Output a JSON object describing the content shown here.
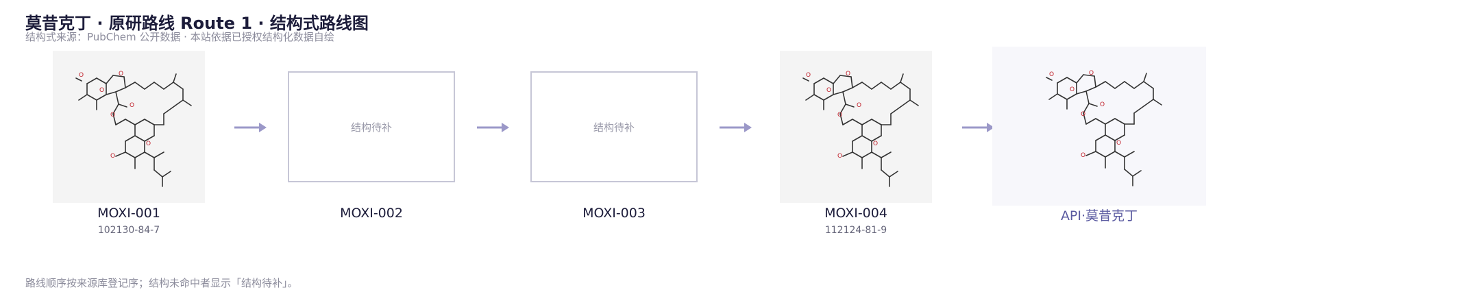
{
  "header": {
    "title": "莫昔克丁 · 原研路线 Route 1 · 结构式路线图",
    "subtitle": "结构式来源：PubChem 公开数据 · 本站依据已授权结构化数据自绘"
  },
  "route": {
    "nodes": [
      {
        "label": "MOXI-001",
        "cas": "102130-84-7",
        "has_structure": true,
        "placeholder": ""
      },
      {
        "label": "MOXI-002",
        "cas": "",
        "has_structure": false,
        "placeholder": "结构待补"
      },
      {
        "label": "MOXI-003",
        "cas": "",
        "has_structure": false,
        "placeholder": "结构待补"
      },
      {
        "label": "MOXI-004",
        "cas": "112124-81-9",
        "has_structure": true,
        "placeholder": ""
      },
      {
        "label": "API·莫昔克丁",
        "cas": "",
        "has_structure": true,
        "placeholder": ""
      }
    ]
  },
  "footer": {
    "note": "路线顺序按来源库登记序；结构未命中者显示「结构待补」。"
  },
  "colors": {
    "arrow": "#9b98c8",
    "api_label": "#5a5aa0",
    "placeholder_border": "#c6c6d6"
  }
}
